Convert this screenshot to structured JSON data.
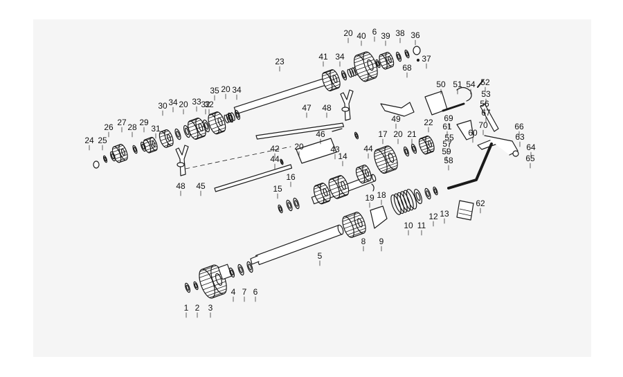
{
  "diagram": {
    "callouts": [
      "1",
      "2",
      "3",
      "4",
      "5",
      "6",
      "6",
      "7",
      "8",
      "9",
      "10",
      "11",
      "12",
      "13",
      "14",
      "15",
      "16",
      "17",
      "18",
      "19",
      "20",
      "20",
      "20",
      "20",
      "20",
      "21",
      "22",
      "23",
      "24",
      "25",
      "26",
      "27",
      "28",
      "29",
      "30",
      "31",
      "32",
      "32",
      "33",
      "34",
      "34",
      "34",
      "35",
      "36",
      "37",
      "38",
      "39",
      "40",
      "41",
      "42",
      "43",
      "44",
      "44",
      "45",
      "46",
      "47",
      "48",
      "48",
      "49",
      "50",
      "51",
      "52",
      "53",
      "54",
      "55",
      "56",
      "57",
      "58",
      "59",
      "60",
      "61",
      "62",
      "63",
      "64",
      "65",
      "66",
      "67",
      "68",
      "69",
      "70"
    ]
  }
}
